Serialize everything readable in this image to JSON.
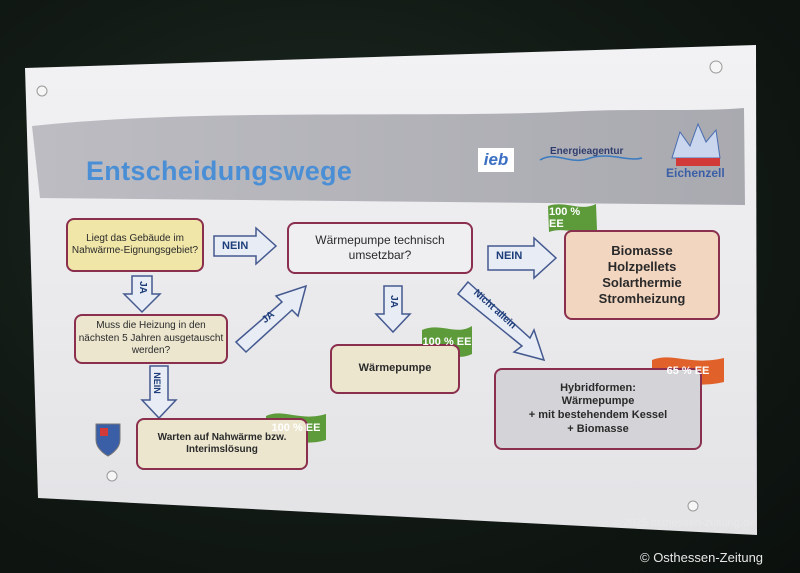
{
  "title": "Entscheidungswege",
  "logos": {
    "ieb": "ieb",
    "energieagentur": "Energieagentur",
    "eichenzell": "Eichenzell"
  },
  "nodes": {
    "q1": "Liegt das Gebäude im Nahwärme-Eignungsgebiet?",
    "q2": "Muss die Heizung in den nächsten 5 Jahren ausgetauscht werden?",
    "q3": "Wärmepumpe technisch umsetzbar?",
    "waermepumpe": "Wärmepumpe",
    "warten": "Warten auf Nahwärme bzw. Interimslösung",
    "biomasse": [
      "Biomasse",
      "Holzpellets",
      "Solarthermie",
      "Stromheizung"
    ],
    "hybrid": [
      "Hybridformen:",
      "Wärmepumpe",
      "+ mit bestehendem Kessel",
      "+ Biomasse"
    ]
  },
  "arrows": {
    "nein1": "NEIN",
    "ja1": "JA",
    "ja2": "JA",
    "nein2": "NEIN",
    "ja3": "JA",
    "nein3": "NEIN",
    "nicht_allein": "Nicht allein"
  },
  "badges": {
    "ee100_biomasse": "100 % EE",
    "ee100_wp": "100 % EE",
    "ee100_warten": "100 % EE",
    "ee65_hybrid": "65 % EE"
  },
  "credits": {
    "watermark": "© 2025 osthessen-zeitung.de",
    "copyright": "© Osthessen-Zeitung"
  },
  "colors": {
    "title_blue": "#4a8fd6",
    "node_border": "#8a2f4e",
    "yellow": "#f0e6a8",
    "peach": "#f2d6c0",
    "olive_light": "#ece6cf",
    "gray": "#d4d4d8",
    "green_badge": "#5c9a3a",
    "orange_badge": "#e0622a",
    "arrow_fill": "#e8ecf5",
    "arrow_stroke": "#44598f"
  }
}
